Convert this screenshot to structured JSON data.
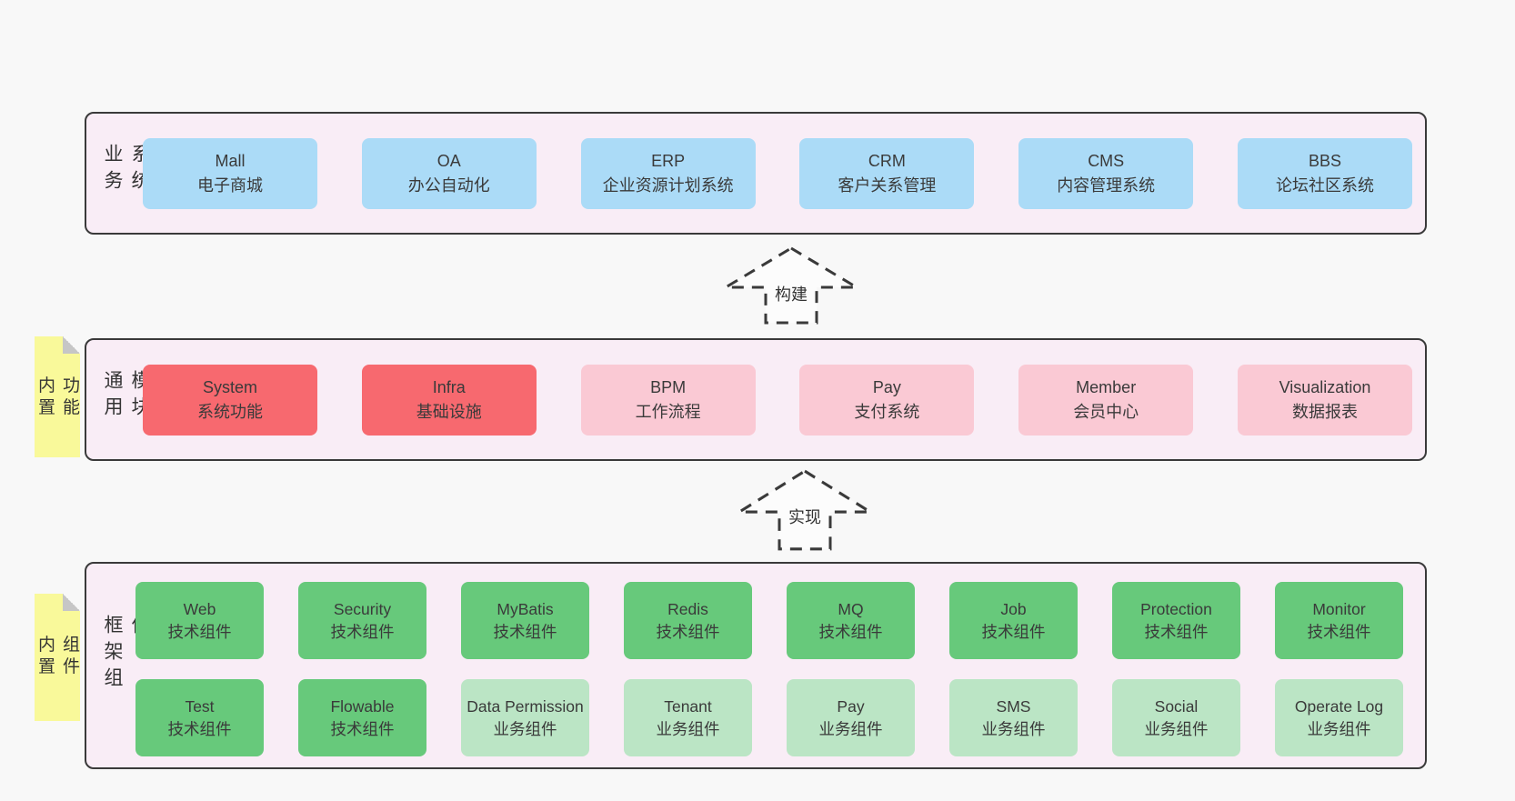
{
  "colors": {
    "page_background": "#f8f8f8",
    "layer_background": "#f9edf6",
    "layer_border": "#3a3a3a",
    "blue_box": "#abdbf7",
    "red_box": "#f7696f",
    "pink_box": "#fac9d4",
    "green_dark_box": "#67c97b",
    "green_light_box": "#bbe5c5",
    "sticky_yellow": "#f9f99a",
    "text": "#3a3a3a"
  },
  "arrows": [
    {
      "label": "构建"
    },
    {
      "label": "实现"
    }
  ],
  "stickies": [
    {
      "text": "内置功能"
    },
    {
      "text": "内置组件"
    }
  ],
  "layers": [
    {
      "label": "业务系统",
      "boxes": [
        {
          "title": "Mall",
          "subtitle": "电子商城"
        },
        {
          "title": "OA",
          "subtitle": "办公自动化"
        },
        {
          "title": "ERP",
          "subtitle": "企业资源计划系统"
        },
        {
          "title": "CRM",
          "subtitle": "客户关系管理"
        },
        {
          "title": "CMS",
          "subtitle": "内容管理系统"
        },
        {
          "title": "BBS",
          "subtitle": "论坛社区系统"
        }
      ]
    },
    {
      "label": "通用模块",
      "boxes": [
        {
          "title": "System",
          "subtitle": "系统功能"
        },
        {
          "title": "Infra",
          "subtitle": "基础设施"
        },
        {
          "title": "BPM",
          "subtitle": "工作流程"
        },
        {
          "title": "Pay",
          "subtitle": "支付系统"
        },
        {
          "title": "Member",
          "subtitle": "会员中心"
        },
        {
          "title": "Visualization",
          "subtitle": "数据报表"
        }
      ]
    },
    {
      "label": "框架组件",
      "rows": [
        [
          {
            "title": "Web",
            "subtitle": "技术组件"
          },
          {
            "title": "Security",
            "subtitle": "技术组件"
          },
          {
            "title": "MyBatis",
            "subtitle": "技术组件"
          },
          {
            "title": "Redis",
            "subtitle": "技术组件"
          },
          {
            "title": "MQ",
            "subtitle": "技术组件"
          },
          {
            "title": "Job",
            "subtitle": "技术组件"
          },
          {
            "title": "Protection",
            "subtitle": "技术组件"
          },
          {
            "title": "Monitor",
            "subtitle": "技术组件"
          }
        ],
        [
          {
            "title": "Test",
            "subtitle": "技术组件"
          },
          {
            "title": "Flowable",
            "subtitle": "技术组件"
          },
          {
            "title": "Data Permission",
            "subtitle": "业务组件"
          },
          {
            "title": "Tenant",
            "subtitle": "业务组件"
          },
          {
            "title": "Pay",
            "subtitle": "业务组件"
          },
          {
            "title": "SMS",
            "subtitle": "业务组件"
          },
          {
            "title": "Social",
            "subtitle": "业务组件"
          },
          {
            "title": "Operate Log",
            "subtitle": "业务组件"
          }
        ]
      ]
    }
  ]
}
